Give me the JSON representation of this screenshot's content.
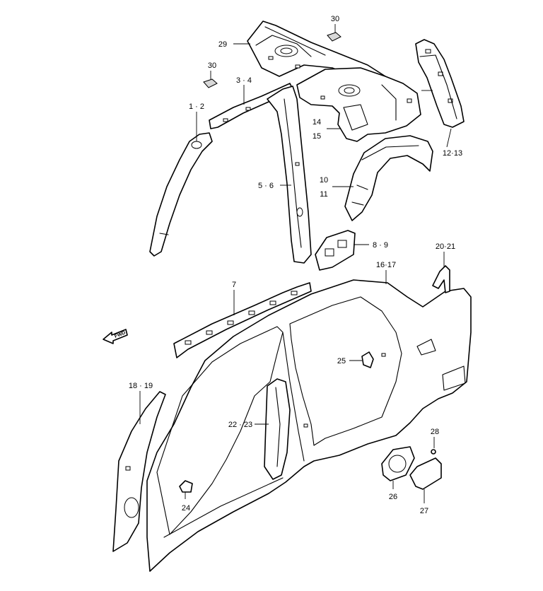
{
  "callouts": [
    {
      "id": "c30a",
      "text": "30"
    },
    {
      "id": "c29",
      "text": "29"
    },
    {
      "id": "c30b",
      "text": "30"
    },
    {
      "id": "c34",
      "text": "3 · 4"
    },
    {
      "id": "c12",
      "text": "1 · 2"
    },
    {
      "id": "c1415a",
      "text": "14"
    },
    {
      "id": "c1415b",
      "text": "15"
    },
    {
      "id": "c1213",
      "text": "12·13"
    },
    {
      "id": "c56",
      "text": "5 · 6"
    },
    {
      "id": "c1011a",
      "text": "10"
    },
    {
      "id": "c1011b",
      "text": "11"
    },
    {
      "id": "c89",
      "text": "8 · 9"
    },
    {
      "id": "c2021",
      "text": "20·21"
    },
    {
      "id": "c1617",
      "text": "16·17"
    },
    {
      "id": "c7",
      "text": "7"
    },
    {
      "id": "c25",
      "text": "25"
    },
    {
      "id": "c1819",
      "text": "18 · 19"
    },
    {
      "id": "c2223",
      "text": "22 · 23"
    },
    {
      "id": "c28",
      "text": "28"
    },
    {
      "id": "c24",
      "text": "24"
    },
    {
      "id": "c26",
      "text": "26"
    },
    {
      "id": "c27",
      "text": "27"
    }
  ],
  "fwd_label": "FWD",
  "icons": {
    "direction": "forward-arrow-icon"
  }
}
